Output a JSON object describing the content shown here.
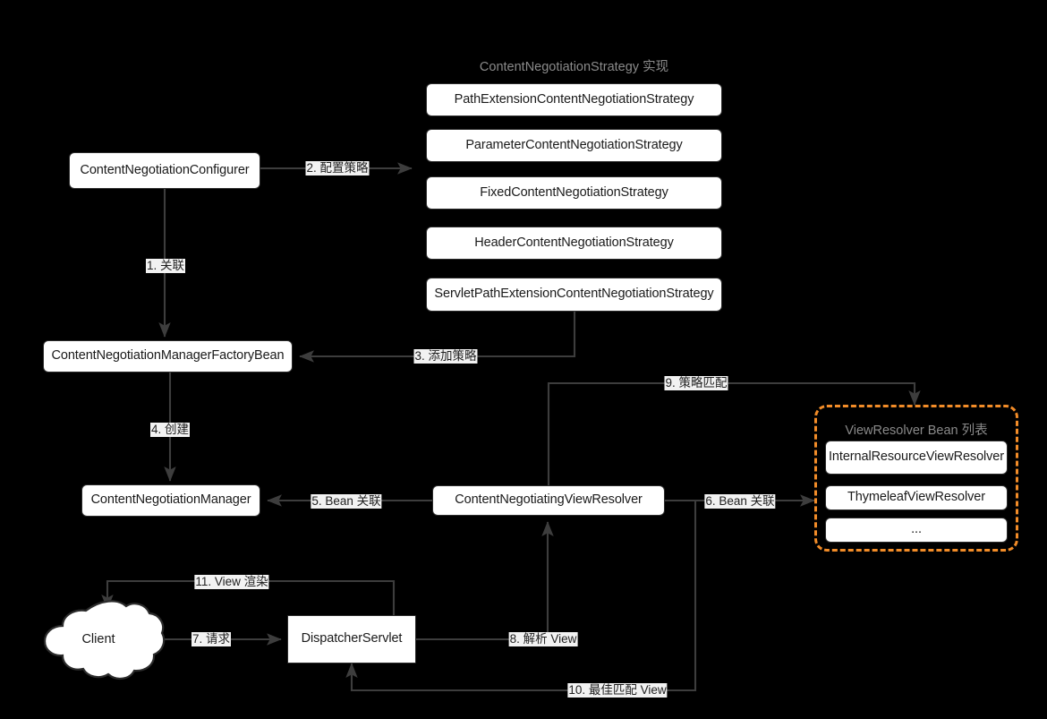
{
  "diagram": {
    "background_color": "#000000",
    "accent_color": "#f28c28",
    "edge_color": "#3d3d3d",
    "strategy_group_title": "ContentNegotiationStrategy 实现",
    "bean_group_title": "ViewResolver Bean 列表"
  },
  "nodes": {
    "configurer": "ContentNegotiationConfigurer",
    "factory_bean": "ContentNegotiationManagerFactoryBean",
    "manager": "ContentNegotiationManager",
    "view_resolver": "ContentNegotiatingViewResolver",
    "dispatcher": "DispatcherServlet",
    "client": "Client"
  },
  "strategies": [
    "PathExtensionContentNegotiationStrategy",
    "ParameterContentNegotiationStrategy",
    "FixedContentNegotiationStrategy",
    "HeaderContentNegotiationStrategy",
    "ServletPathExtensionContentNegotiationStrategy"
  ],
  "view_resolver_beans": [
    "InternalResourceViewResolver",
    "ThymeleafViewResolver",
    "..."
  ],
  "edges": [
    {
      "id": "e1",
      "label": "1. 关联"
    },
    {
      "id": "e2",
      "label": "2. 配置策略"
    },
    {
      "id": "e3",
      "label": "3. 添加策略"
    },
    {
      "id": "e4",
      "label": "4. 创建"
    },
    {
      "id": "e5",
      "label": "5. Bean 关联"
    },
    {
      "id": "e6",
      "label": "6. Bean 关联"
    },
    {
      "id": "e7",
      "label": "7. 请求"
    },
    {
      "id": "e8",
      "label": "8. 解析 View"
    },
    {
      "id": "e9",
      "label": "9. 策略匹配"
    },
    {
      "id": "e10",
      "label": "10. 最佳匹配 View"
    },
    {
      "id": "e11",
      "label": "11. View 渲染"
    }
  ]
}
